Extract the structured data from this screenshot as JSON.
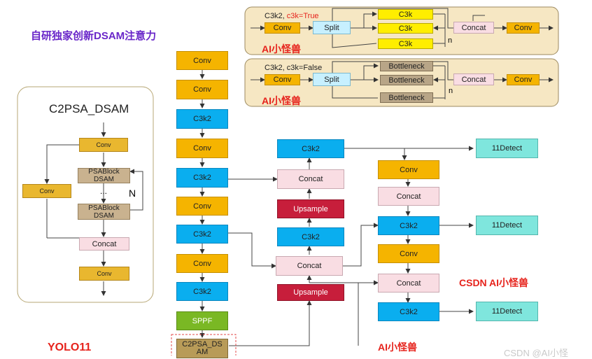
{
  "title": "自研独家创新DSAM注意力",
  "yolo_label": "YOLO11",
  "watermark_left": "AI小怪兽",
  "watermark_csdn": "CSDN AI小怪兽",
  "watermark_bottom": "AI小怪兽",
  "csdn_footer": "CSDN @AI小怪",
  "legend_true": {
    "prefix": "C3k2, ",
    "flag": "c3k=True",
    "conv_in": "Conv",
    "split": "Split",
    "blocks": [
      "C3k",
      "C3k",
      "C3k"
    ],
    "concat": "Concat",
    "conv_out": "Conv",
    "n": "n",
    "watermark": "AI小怪兽"
  },
  "legend_false": {
    "prefix": "C3k2, c3k=False",
    "conv_in": "Conv",
    "split": "Split",
    "blocks": [
      "Bottleneck",
      "Bottleneck",
      "Bottleneck"
    ],
    "concat": "Concat",
    "conv_out": "Conv",
    "n": "n",
    "watermark": "AI小怪兽"
  },
  "c2psa": {
    "title": "C2PSA_DSAM",
    "conv_top": "Conv",
    "conv_side": "Conv",
    "psablock1_l1": "PSABlock",
    "psablock1_l2": "DSAM",
    "dots": "...",
    "n": "N",
    "psablock2_l1": "PSABlock",
    "psablock2_l2": "DSAM",
    "concat": "Concat",
    "conv_bottom": "Conv"
  },
  "backbone": [
    "Conv",
    "Conv",
    "C3k2",
    "Conv",
    "C3k2",
    "Conv",
    "C3k2",
    "Conv",
    "C3k2",
    "SPPF"
  ],
  "backbone_last_l1": "C2PSA_DS",
  "backbone_last_l2": "AM",
  "neck_mid": [
    "C3k2",
    "Concat",
    "Upsample",
    "C3k2",
    "Concat",
    "Upsample"
  ],
  "neck_right": [
    "Conv",
    "Concat",
    "C3k2",
    "Conv",
    "Concat",
    "C3k2"
  ],
  "detect": [
    "11Detect",
    "11Detect",
    "11Detect"
  ]
}
